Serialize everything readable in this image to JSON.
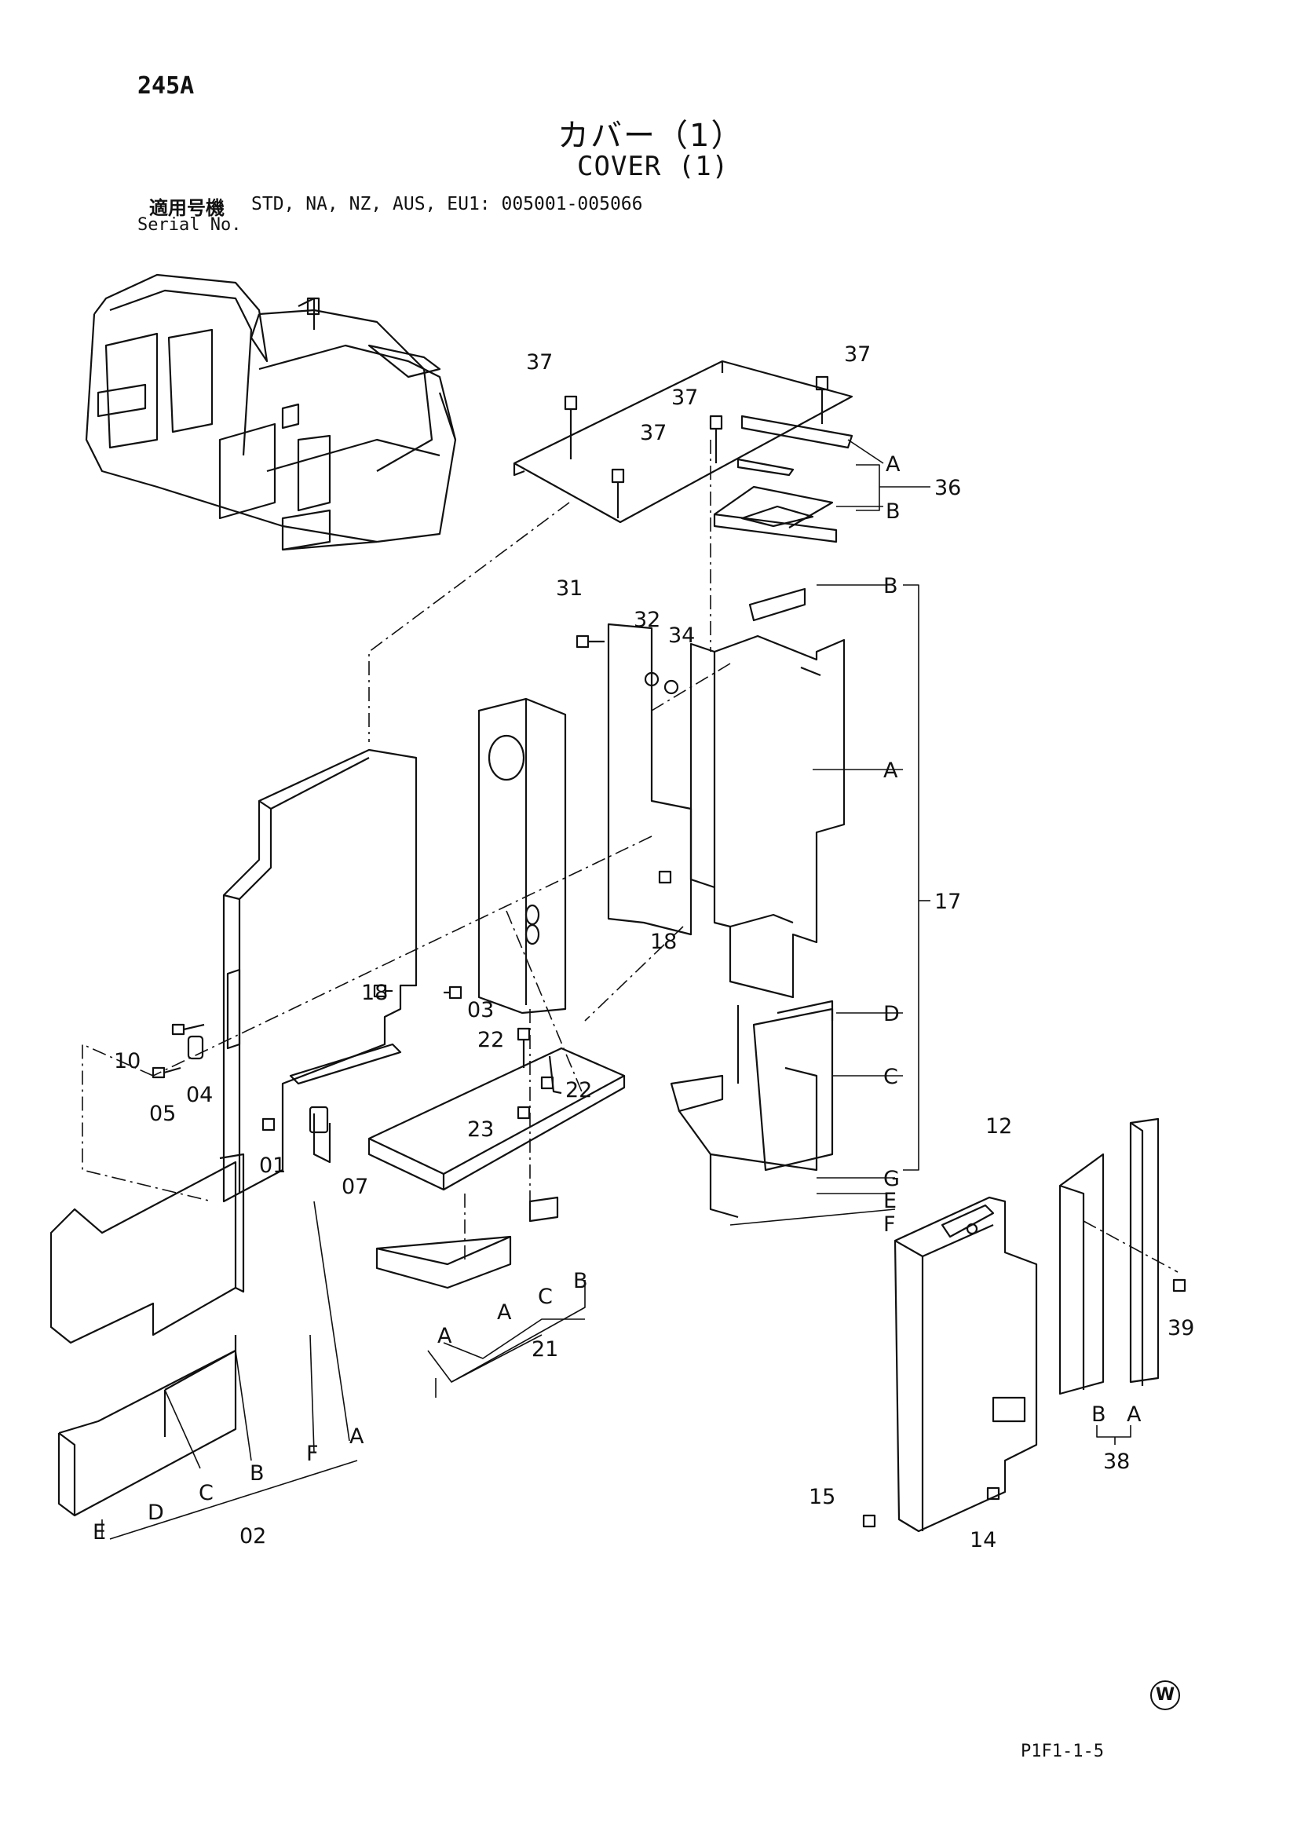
{
  "header": {
    "page_no": "245A",
    "title_ja": "カバー（1）",
    "title_en": "COVER (1)",
    "serial_label_ja": "適用号機",
    "serial_value": "STD, NA, NZ, AUS, EU1: 005001-005066",
    "serial_label_en": "Serial No."
  },
  "labels": {
    "p37a": "37",
    "p37b": "37",
    "p37c": "37",
    "p37d": "37",
    "p36": "36",
    "p36a": "A",
    "p36b": "B",
    "p31": "31",
    "p32": "32",
    "p34": "34",
    "p17": "17",
    "p17b": "B",
    "p17a": "A",
    "p17d": "D",
    "p17c": "C",
    "p17g": "G",
    "p17e": "E",
    "p17f": "F",
    "p18a": "18",
    "p18b": "18",
    "p03": "03",
    "p22a": "22",
    "p22b": "22",
    "p23": "23",
    "p10": "10",
    "p04": "04",
    "p05": "05",
    "p01": "01",
    "p07": "07",
    "p21": "21",
    "p21a1": "A",
    "p21a2": "A",
    "p21c": "C",
    "p21b": "B",
    "p02": "02",
    "p02e": "E",
    "p02d": "D",
    "p02c": "C",
    "p02b": "B",
    "p02f": "F",
    "p02a": "A",
    "p12": "12",
    "p39": "39",
    "p38": "38",
    "p38b": "B",
    "p38a": "A",
    "p15": "15",
    "p14": "14"
  },
  "footer": {
    "mark": "W",
    "code": "P1F1-1-5"
  }
}
